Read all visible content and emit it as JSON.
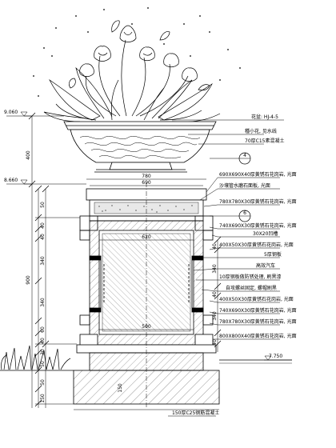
{
  "elevations": {
    "top": "9.060",
    "middle": "8.660",
    "ground": "7.750"
  },
  "dimensions": {
    "bowl_height": "400",
    "pedestal_height": "900",
    "width_780": "780",
    "width_690": "690",
    "width_620": "620",
    "width_500": "500",
    "left_chain": [
      "50",
      "40",
      "40",
      "340",
      "340",
      "60",
      "40",
      "30",
      "50",
      "50",
      "150"
    ],
    "right_chain": [
      "40",
      "340",
      "40",
      "340",
      "40"
    ]
  },
  "callouts": {
    "marker_4": "4",
    "marker_6": "6",
    "labels": [
      "花盆: HJ-4-5",
      "種小花, 见水线",
      "70厚C15素混凝土",
      "690X690X40厚黄锈石花岗岩, 光面",
      "沙壤管水磨石面板, 光面",
      "780X780X30厚黄锈石花岗岩, 光面",
      "740X690X30厚黄锈石花岗岩, 光面",
      "30X20凹槽",
      "400X50X30厚黄锈石花岗岩, 光面",
      "5厚钢板",
      "高效汽车",
      "10厚钢板做防锈处理, 刷黑漆",
      "自攻螺丝固定, 螺帽刷黑",
      "400X50X30厚黄锈石花岗岩, 光面",
      "740X690X30厚黄锈石花岗岩, 光面",
      "780X780X30厚黄锈石花岗岩, 光面",
      "800X800X40厚黄锈石花岗岩, 光面"
    ],
    "foundation": "150厚C25钢筋混凝土"
  }
}
